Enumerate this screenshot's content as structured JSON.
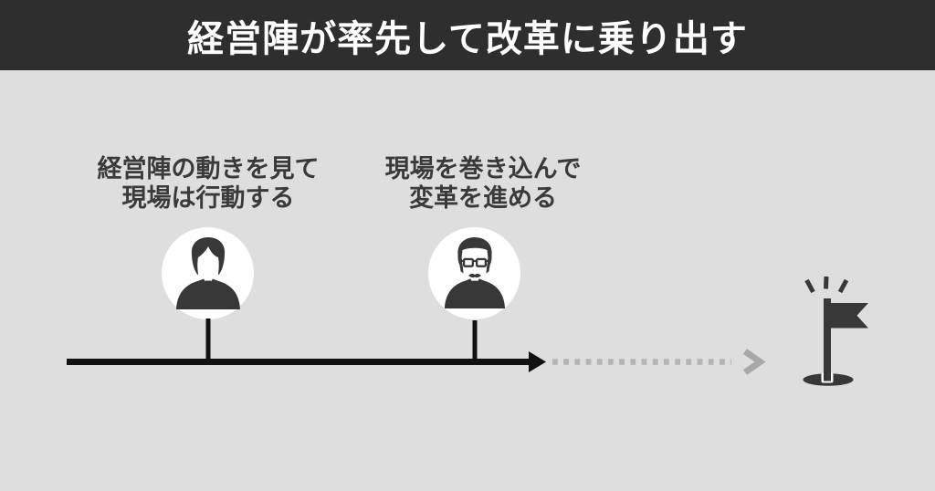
{
  "header": {
    "title": "経営陣が率先して改革に乗り出す"
  },
  "steps": [
    {
      "line1": "経営陣の動きを見て",
      "line2": "現場は行動する",
      "icon": "businessman-icon"
    },
    {
      "line1": "現場を巻き込んで",
      "line2": "変革を進める",
      "icon": "manager-with-glasses-icon"
    }
  ],
  "timeline": {
    "solid_segment": "past two steps with black arrow",
    "dotted_segment": "future segment toward goal",
    "goal_icon": "goal-flag-icon"
  },
  "colors": {
    "header_bg": "#2e2e2e",
    "header_text": "#ffffff",
    "background": "#dedede",
    "label_text": "#3a3a3a",
    "icon_ink": "#383838",
    "solid_line": "#111111",
    "dotted_line": "#b4b4b4",
    "dotted_arrowhead": "#a8a8a8",
    "circle_fill": "#ffffff"
  }
}
